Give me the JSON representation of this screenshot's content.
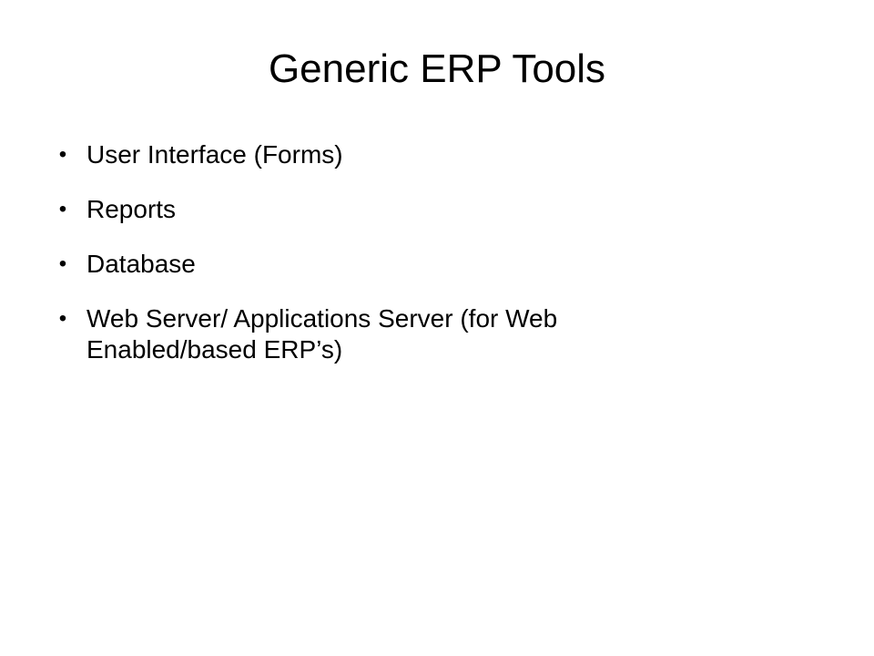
{
  "slide": {
    "title": "Generic ERP Tools",
    "bullet_symbol": "•",
    "bullets": [
      {
        "lines": [
          "User Interface (Forms)"
        ]
      },
      {
        "lines": [
          "Reports"
        ]
      },
      {
        "lines": [
          "Database"
        ]
      },
      {
        "lines": [
          "Web Server/ Applications Server (for Web",
          "Enabled/based ERP’s)"
        ]
      }
    ]
  }
}
